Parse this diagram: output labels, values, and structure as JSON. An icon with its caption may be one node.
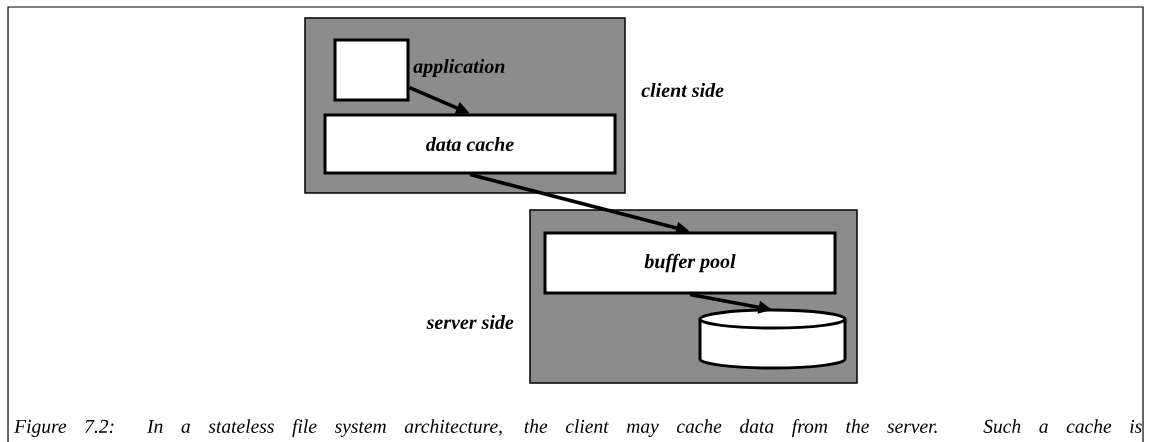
{
  "diagram": {
    "caption": "Figure 7.2: In a stateless file system architecture, the client may cache data from the server. Such a cache is",
    "nodes": [
      {
        "text": [
          "client side"
        ]
      },
      {
        "text": [
          "application"
        ],
        "in": 0
      },
      {
        "text": [
          "data cache"
        ],
        "in": 0
      },
      {
        "text": [
          "server side"
        ]
      },
      {
        "text": [
          "buffer pool"
        ],
        "in": 3
      },
      {
        "text": [],
        "shape": "cylinder",
        "in": 3
      }
    ],
    "edges": [
      {
        "from": 1,
        "to": 2,
        "arrow": "to"
      },
      {
        "from": 2,
        "to": 4,
        "arrow": "to"
      },
      {
        "from": 4,
        "to": 5,
        "arrow": "to"
      }
    ]
  }
}
